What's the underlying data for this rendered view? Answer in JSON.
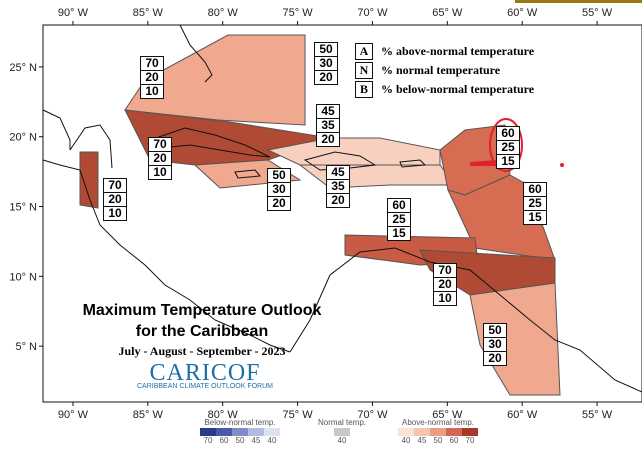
{
  "map": {
    "title_line1": "Maximum Temperature Outlook",
    "title_line2": "for the Caribbean",
    "period": "July - August - September - 2023",
    "logo_name": "CARICOF",
    "logo_tagline": "CARIBBEAN CLIMATE OUTLOOK FORUM",
    "x_ticks": [
      "90° W",
      "85° W",
      "80° W",
      "75° W",
      "70° W",
      "65° W",
      "60° W",
      "55° W"
    ],
    "y_ticks": [
      "25° N",
      "20° N",
      "15° N",
      "10° N",
      "5° N"
    ],
    "lon_range": [
      -92,
      -52
    ],
    "lat_range": [
      1,
      28
    ]
  },
  "key": [
    {
      "letter": "A",
      "text": "% above-normal temperature"
    },
    {
      "letter": "N",
      "text": "% normal temperature"
    },
    {
      "letter": "B",
      "text": "% below-normal temperature"
    }
  ],
  "regions": [
    {
      "name": "bahamas",
      "values": [
        "50",
        "30",
        "20"
      ],
      "color": "#f0a98f"
    },
    {
      "name": "cuba",
      "values": [
        "70",
        "20",
        "10"
      ],
      "color": "#b14a35"
    },
    {
      "name": "belize",
      "values": [
        "70",
        "20",
        "10"
      ],
      "color": "#b14a35"
    },
    {
      "name": "jamaica",
      "values": [
        "50",
        "30",
        "20"
      ],
      "color": "#f0a98f"
    },
    {
      "name": "hispaniola-north",
      "values": [
        "45",
        "35",
        "20"
      ],
      "color": "#f7d0bf"
    },
    {
      "name": "hispaniola-south",
      "values": [
        "45",
        "35",
        "20"
      ],
      "color": "#f7d0bf"
    },
    {
      "name": "leeward-islands",
      "values": [
        "60",
        "25",
        "15"
      ],
      "color": "#d66c52"
    },
    {
      "name": "windward-islands",
      "values": [
        "60",
        "25",
        "15"
      ],
      "color": "#d66c52"
    },
    {
      "name": "abc-islands",
      "values": [
        "60",
        "25",
        "15"
      ],
      "color": "#c95a43"
    },
    {
      "name": "trinidad",
      "values": [
        "70",
        "20",
        "10"
      ],
      "color": "#b14a35"
    },
    {
      "name": "guianas",
      "values": [
        "50",
        "30",
        "20"
      ],
      "color": "#f0a98f"
    }
  ],
  "colorbar": {
    "below": {
      "title": "Below-normal temp.",
      "labels": [
        "70",
        "60",
        "50",
        "45",
        "40"
      ],
      "colors": [
        "#2b3a8a",
        "#4b5aa8",
        "#7f8cc6",
        "#b3bbe0",
        "#dde1f2"
      ]
    },
    "normal": {
      "title": "Normal temp.",
      "labels": [
        "40"
      ],
      "colors": [
        "#c8c8c8"
      ]
    },
    "above": {
      "title": "Above-normal temp.",
      "labels": [
        "40",
        "45",
        "50",
        "60",
        "70"
      ],
      "colors": [
        "#fbe3d8",
        "#f7c4ad",
        "#ee9d82",
        "#d0674e",
        "#a8372a"
      ]
    }
  },
  "colors": {
    "land_outline": "#111111",
    "highlight": "#e0202a",
    "header_bar": "#9a7a12"
  }
}
